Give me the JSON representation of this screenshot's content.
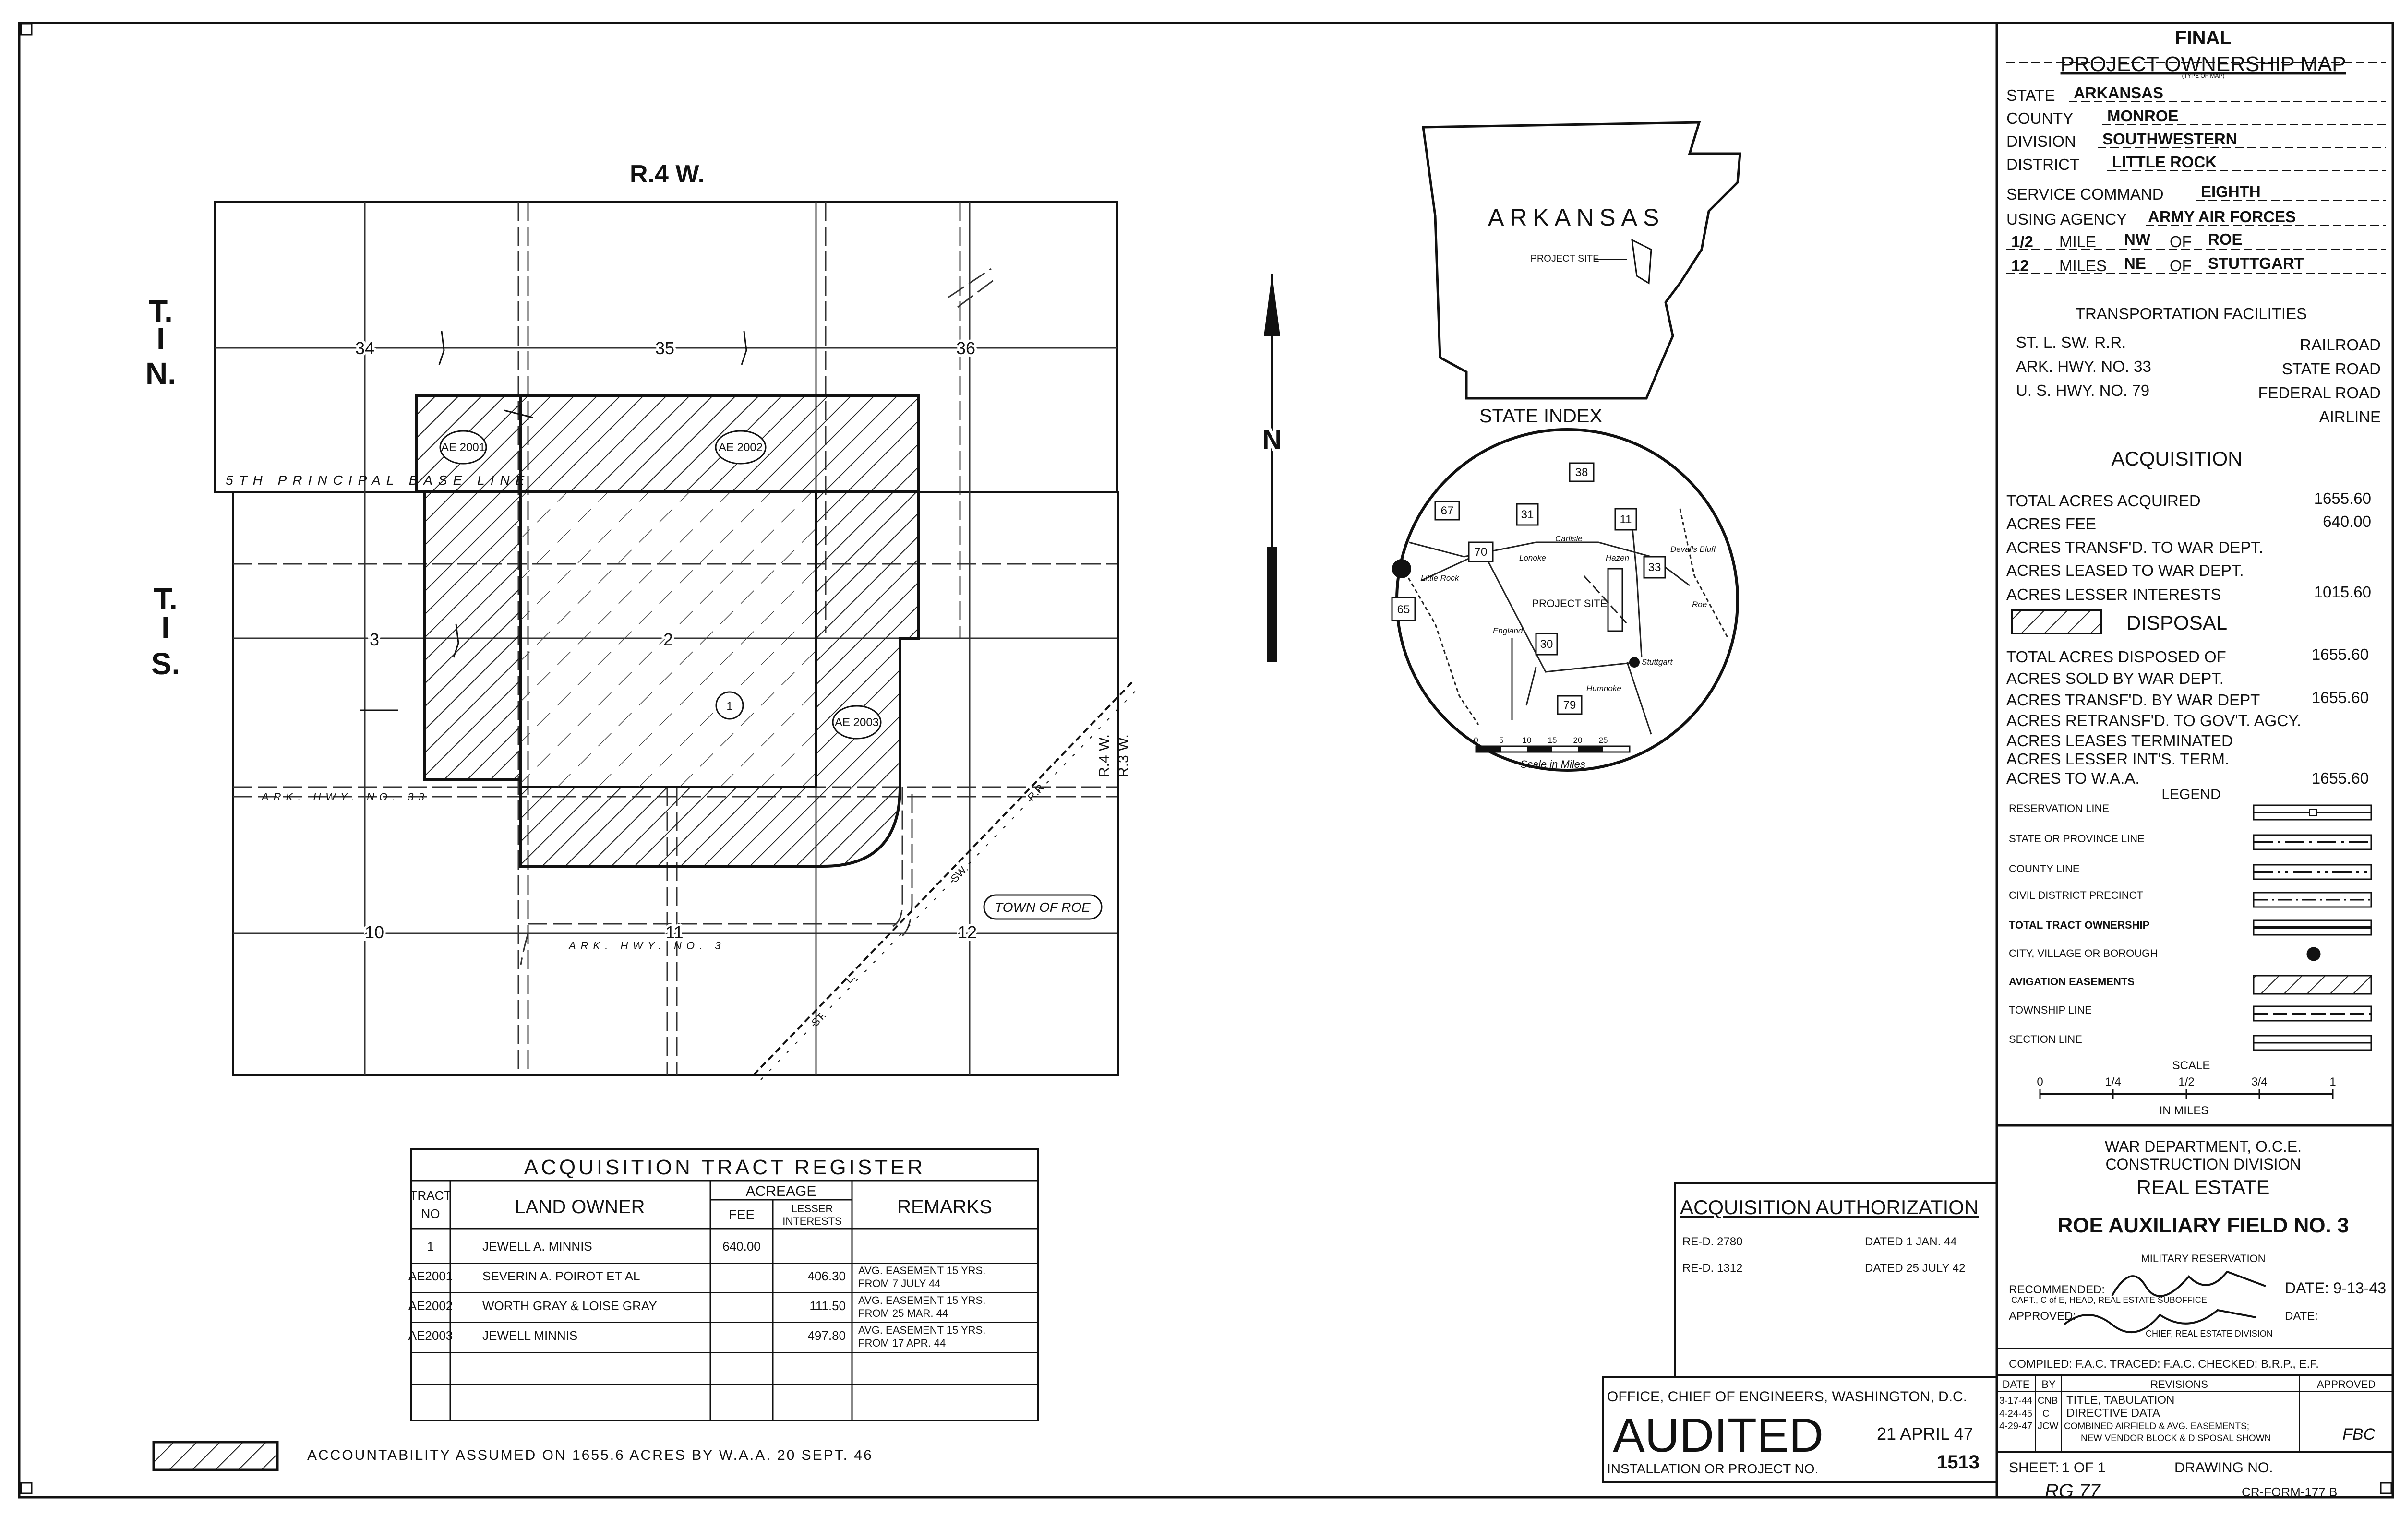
{
  "map": {
    "range_label": "R.4 W.",
    "township_north": [
      "T.",
      "I",
      "N."
    ],
    "township_south": [
      "T.",
      "I",
      "S."
    ],
    "sections": [
      "34",
      "35",
      "36",
      "3",
      "2",
      "10",
      "11",
      "12"
    ],
    "base_line": "5TH PRINCIPAL BASE LINE",
    "tracts": [
      "AE 2001",
      "AE 2002",
      "AE 2003",
      "1"
    ],
    "highway_33": "ARK. HWY. NO. 33",
    "highway_3": "ARK. HWY. NO. 3",
    "town": "TOWN OF ROE",
    "range_line_r4": "R.4 W.",
    "range_line_r3": "R.3 W.",
    "railroad_labels": [
      "ST.",
      "L.",
      "SW.",
      "R.R."
    ],
    "north_label": "N"
  },
  "state_index": {
    "state_name": "ARKANSAS",
    "project_site": "PROJECT SITE",
    "caption": "STATE INDEX"
  },
  "vicinity": {
    "routes": [
      "67",
      "38",
      "31",
      "11",
      "70",
      "33",
      "65",
      "30",
      "79"
    ],
    "towns": [
      "Little Rock",
      "Lonoke",
      "Carlisle",
      "Hazen",
      "Devalls Bluff",
      "England",
      "Stuttgart",
      "Roe",
      "Humnoke"
    ],
    "project_site": "PROJECT SITE",
    "scale_ticks": [
      "0",
      "5",
      "10",
      "15",
      "20",
      "25"
    ],
    "scale_caption": "Scale in Miles"
  },
  "register": {
    "title": "ACQUISITION TRACT REGISTER",
    "col_tract": "TRACT NO",
    "col_owner": "LAND OWNER",
    "col_acreage": "ACREAGE",
    "col_fee": "FEE",
    "col_lesser": "LESSER INTERESTS",
    "col_remarks": "REMARKS",
    "rows": [
      {
        "tract": "1",
        "owner": "JEWELL A. MINNIS",
        "fee": "640.00",
        "lesser": "",
        "remarks1": "",
        "remarks2": ""
      },
      {
        "tract": "AE2001",
        "owner": "SEVERIN A. POIROT ET AL",
        "fee": "",
        "lesser": "406.30",
        "remarks1": "AVG. EASEMENT 15 YRS.",
        "remarks2": "FROM 7 JULY 44"
      },
      {
        "tract": "AE2002",
        "owner": "WORTH GRAY & LOISE GRAY",
        "fee": "",
        "lesser": "111.50",
        "remarks1": "AVG. EASEMENT 15 YRS.",
        "remarks2": "FROM 25 MAR. 44"
      },
      {
        "tract": "AE2003",
        "owner": "JEWELL MINNIS",
        "fee": "",
        "lesser": "497.80",
        "remarks1": "AVG. EASEMENT 15 YRS.",
        "remarks2": "FROM 17 APR. 44"
      }
    ]
  },
  "accountability": "ACCOUNTABILITY ASSUMED ON 1655.6 ACRES BY W.A.A. 20 SEPT. 46",
  "authorization": {
    "title": "ACQUISITION AUTHORIZATION",
    "row1_re": "RE-D. 2780",
    "row1_date": "DATED 1 JAN. 44",
    "row2_re": "RE-D. 1312",
    "row2_date": "DATED 25 JULY 42"
  },
  "audit": {
    "office": "OFFICE, CHIEF OF ENGINEERS, WASHINGTON, D.C.",
    "stamp": "AUDITED",
    "date": "21 APRIL 47",
    "installation": "INSTALLATION OR PROJECT NO.",
    "number": "1513"
  },
  "title_block": {
    "final": "FINAL",
    "map_type": "PROJECT OWNERSHIP MAP",
    "type_note": "(TYPE OF MAP)",
    "fields": [
      {
        "label": "STATE",
        "value": "ARKANSAS"
      },
      {
        "label": "COUNTY",
        "value": "MONROE"
      },
      {
        "label": "DIVISION",
        "value": "SOUTHWESTERN"
      },
      {
        "label": "DISTRICT",
        "value": "LITTLE ROCK"
      },
      {
        "label": "SERVICE COMMAND",
        "value": "EIGHTH"
      },
      {
        "label": "USING AGENCY",
        "value": "ARMY AIR FORCES"
      }
    ],
    "loc1": {
      "dist": "1/2",
      "unit": "MILE",
      "dir": "NW",
      "of": "OF",
      "place": "ROE"
    },
    "loc2": {
      "dist": "12",
      "unit": "MILES",
      "dir": "NE",
      "of": "OF",
      "place": "STUTTGART"
    }
  },
  "transportation": {
    "title": "TRANSPORTATION FACILITIES",
    "rows": [
      {
        "name": "ST. L. SW. R.R.",
        "type": "RAILROAD"
      },
      {
        "name": "ARK. HWY. NO. 33",
        "type": "STATE ROAD"
      },
      {
        "name": "U. S. HWY. NO. 79",
        "type": "FEDERAL ROAD"
      },
      {
        "name": "",
        "type": "AIRLINE"
      }
    ]
  },
  "acquisition": {
    "title": "ACQUISITION",
    "rows": [
      {
        "label": "TOTAL ACRES ACQUIRED",
        "value": "1655.60"
      },
      {
        "label": "ACRES FEE",
        "value": "640.00"
      },
      {
        "label": "ACRES TRANSF'D. TO WAR DEPT.",
        "value": ""
      },
      {
        "label": "ACRES LEASED TO WAR DEPT.",
        "value": ""
      },
      {
        "label": "ACRES LESSER INTERESTS",
        "value": "1015.60"
      }
    ]
  },
  "disposal": {
    "title": "DISPOSAL",
    "rows": [
      {
        "label": "TOTAL ACRES DISPOSED OF",
        "value": "1655.60"
      },
      {
        "label": "ACRES SOLD BY WAR DEPT.",
        "value": ""
      },
      {
        "label": "ACRES TRANSF'D. BY WAR DEPT",
        "value": "1655.60"
      },
      {
        "label": "ACRES RETRANSF'D. TO GOV'T. AGCY.",
        "value": ""
      },
      {
        "label": "ACRES LEASES TERMINATED",
        "value": ""
      },
      {
        "label": "ACRES LESSER INT'S. TERM.",
        "value": ""
      },
      {
        "label": "ACRES TO W.A.A.",
        "value": "1655.60"
      }
    ]
  },
  "legend": {
    "title": "LEGEND",
    "items": [
      "RESERVATION LINE",
      "STATE OR PROVINCE LINE",
      "COUNTY LINE",
      "CIVIL DISTRICT PRECINCT",
      "TOTAL TRACT OWNERSHIP",
      "CITY, VILLAGE OR BOROUGH",
      "AVIGATION EASEMENTS",
      "TOWNSHIP LINE",
      "SECTION LINE"
    ],
    "scale_title": "SCALE",
    "scale_ticks": [
      "0",
      "1/4",
      "1/2",
      "3/4",
      "1"
    ],
    "scale_units": "IN MILES"
  },
  "agency": {
    "line1": "WAR DEPARTMENT, O.C.E.",
    "line2": "CONSTRUCTION DIVISION",
    "line3": "REAL ESTATE",
    "project": "ROE AUXILIARY FIELD NO. 3",
    "subtitle": "MILITARY RESERVATION",
    "recommended": "RECOMMENDED:",
    "recommended_title": "CAPT., C of E, HEAD, REAL ESTATE SUBOFFICE",
    "rec_date": "DATE: 9-13-43",
    "approved": "APPROVED:",
    "approved_title": "CHIEF, REAL ESTATE DIVISION",
    "app_date": "DATE:",
    "compiled": "COMPILED: F.A.C. TRACED: F.A.C. CHECKED: B.R.P., E.F."
  },
  "revisions": {
    "col_date": "DATE",
    "col_by": "BY",
    "col_rev": "REVISIONS",
    "col_approved": "APPROVED",
    "rows": [
      {
        "date": "3-17-44",
        "by": "CNB",
        "text": "TITLE, TABULATION"
      },
      {
        "date": "4-24-45",
        "by": "C",
        "text": "DIRECTIVE DATA"
      },
      {
        "date": "4-29-47",
        "by": "JCW",
        "text": "COMBINED AIRFIELD & AVG. EASEMENTS;"
      },
      {
        "date": "",
        "by": "",
        "text": "NEW VENDOR BLOCK & DISPOSAL SHOWN"
      }
    ]
  },
  "sheet": {
    "sheet_label": "SHEET:",
    "sheet_value": "1 OF 1",
    "drawing_label": "DRAWING NO.",
    "form": "CR-FORM-177 B",
    "handwritten_note": "RG 77"
  }
}
